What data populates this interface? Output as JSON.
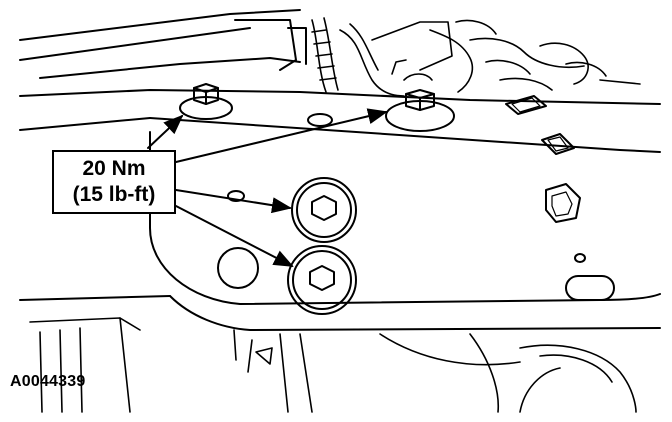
{
  "callout": {
    "torque_metric": "20 Nm",
    "torque_imperial": "(15 lb-ft)"
  },
  "figure_id": "A0044339",
  "colors": {
    "line": "#000000",
    "background": "#ffffff"
  }
}
